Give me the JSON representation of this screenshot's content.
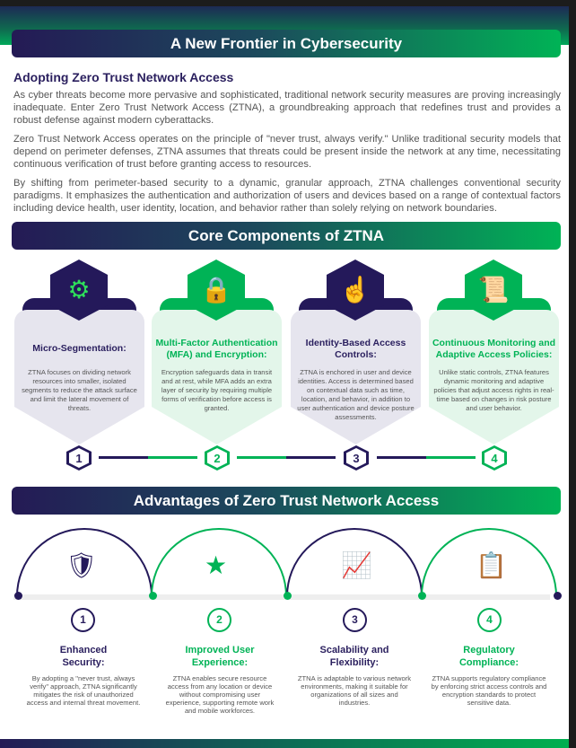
{
  "header": {
    "title": "A New Frontier in Cybersecurity"
  },
  "intro": {
    "heading": "Adopting Zero Trust Network Access",
    "paragraphs": [
      "As cyber threats become more pervasive and sophisticated, traditional network security measures are proving increasingly inadequate. Enter Zero Trust Network Access (ZTNA), a groundbreaking approach that redefines trust and provides a robust defense against modern cyberattacks.",
      "Zero Trust Network Access operates on the principle of \"never trust, always verify.\" Unlike traditional security models that depend on perimeter defenses, ZTNA assumes that threats could be present inside the network at any time, necessitating continuous verification of trust before granting access to resources.",
      "By shifting from perimeter-based security to a dynamic, granular approach, ZTNA challenges conventional security paradigms. It emphasizes the authentication and authorization of users and devices based on a range of contextual factors including device health, user identity, location, and behavior rather than solely relying on network boundaries."
    ]
  },
  "components": {
    "title": "Core Components of ZTNA",
    "items": [
      {
        "num": "1",
        "icon": "network-users-icon",
        "title": "Micro-Segmentation:",
        "text": "ZTNA focuses on dividing network resources into smaller, isolated segments to reduce the attack surface and limit the lateral movement of threats."
      },
      {
        "num": "2",
        "icon": "devices-lock-icon",
        "title": "Multi-Factor Authentication (MFA) and Encryption:",
        "text": "Encryption safeguards data in transit and at rest, while MFA adds an extra layer of security by requiring multiple forms of verification before access is granted."
      },
      {
        "num": "3",
        "icon": "fingerprint-lock-icon",
        "title": "Identity-Based Access Controls:",
        "text": "ZTNA is enchored in user and device identities. Access is determined based on contextual data such as time, location, and behavior, in addition to user authentication and device posture assessments."
      },
      {
        "num": "4",
        "icon": "policy-scroll-icon",
        "title": "Continuous Monitoring and Adaptive Access Policies:",
        "text": "Unlike static controls, ZTNA features dynamic monitoring and adaptive policies that adjust access rights in real-time based on changes in risk posture and user behavior."
      }
    ]
  },
  "advantages": {
    "title": "Advantages of Zero Trust Network Access",
    "items": [
      {
        "num": "1",
        "icon": "shield-lock-icon",
        "title": "Enhanced Security:",
        "text": "By adopting a \"never trust, always verify\" approach, ZTNA significantly mitigates the risk of unauthorized access and internal threat movement."
      },
      {
        "num": "2",
        "icon": "user-rating-icon",
        "title": "Improved User Experience:",
        "text": "ZTNA enables secure resource access from any location or device without compromising user experience, supporting remote work and mobile workforces."
      },
      {
        "num": "3",
        "icon": "growth-chart-icon",
        "title": "Scalability and Flexibility:",
        "text": "ZTNA is adaptable to various network environments, making it suitable for organizations of all sizes and industries."
      },
      {
        "num": "4",
        "icon": "compliance-checklist-icon",
        "title": "Regulatory Compliance:",
        "text": "ZTNA supports regulatory compliance by enforcing strict access controls and encryption standards to protect sensitive data."
      }
    ]
  },
  "colors": {
    "navy": "#24195a",
    "green": "#00b356"
  }
}
